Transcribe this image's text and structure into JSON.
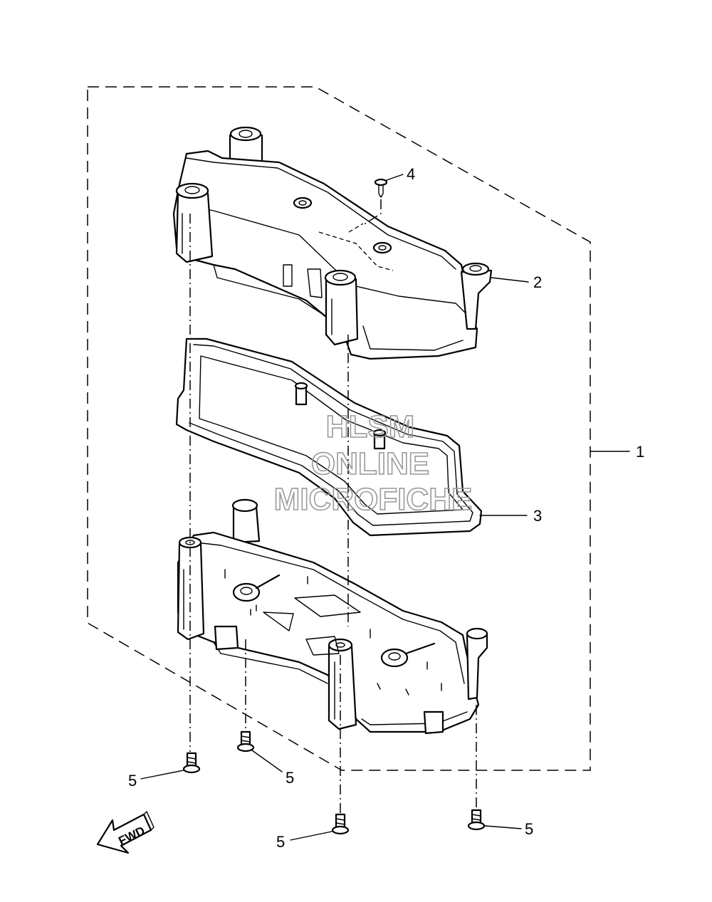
{
  "callouts": {
    "c1": "1",
    "c2": "2",
    "c3": "3",
    "c4": "4",
    "c5a": "5",
    "c5b": "5",
    "c5c": "5",
    "c5d": "5"
  },
  "watermark": {
    "line1": "HLSM",
    "line2": "ONLINE",
    "line3": "MICROFICHE"
  },
  "fwd_arrow": {
    "label": "FWD"
  }
}
